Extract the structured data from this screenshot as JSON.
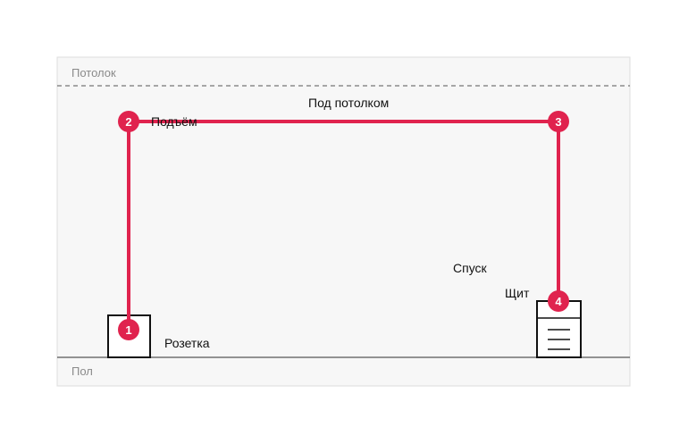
{
  "zones": {
    "ceiling_label": "Потолок",
    "floor_label": "Пол"
  },
  "labels": {
    "socket": "Розетка",
    "rise": "Подъём",
    "under_ceiling": "Под потолком",
    "descent": "Спуск",
    "panel": "Щит"
  },
  "markers": [
    "1",
    "2",
    "3",
    "4"
  ],
  "colors": {
    "route": "#e0234e",
    "room_fill": "#f7f7f7",
    "room_border": "#dddddd",
    "floor_line": "#555555",
    "ceiling_line": "#555555",
    "zone_text": "#8a8a8a",
    "device_stroke": "#111111"
  },
  "icons": {
    "socket": "socket-box-icon",
    "panel": "electrical-panel-icon"
  }
}
